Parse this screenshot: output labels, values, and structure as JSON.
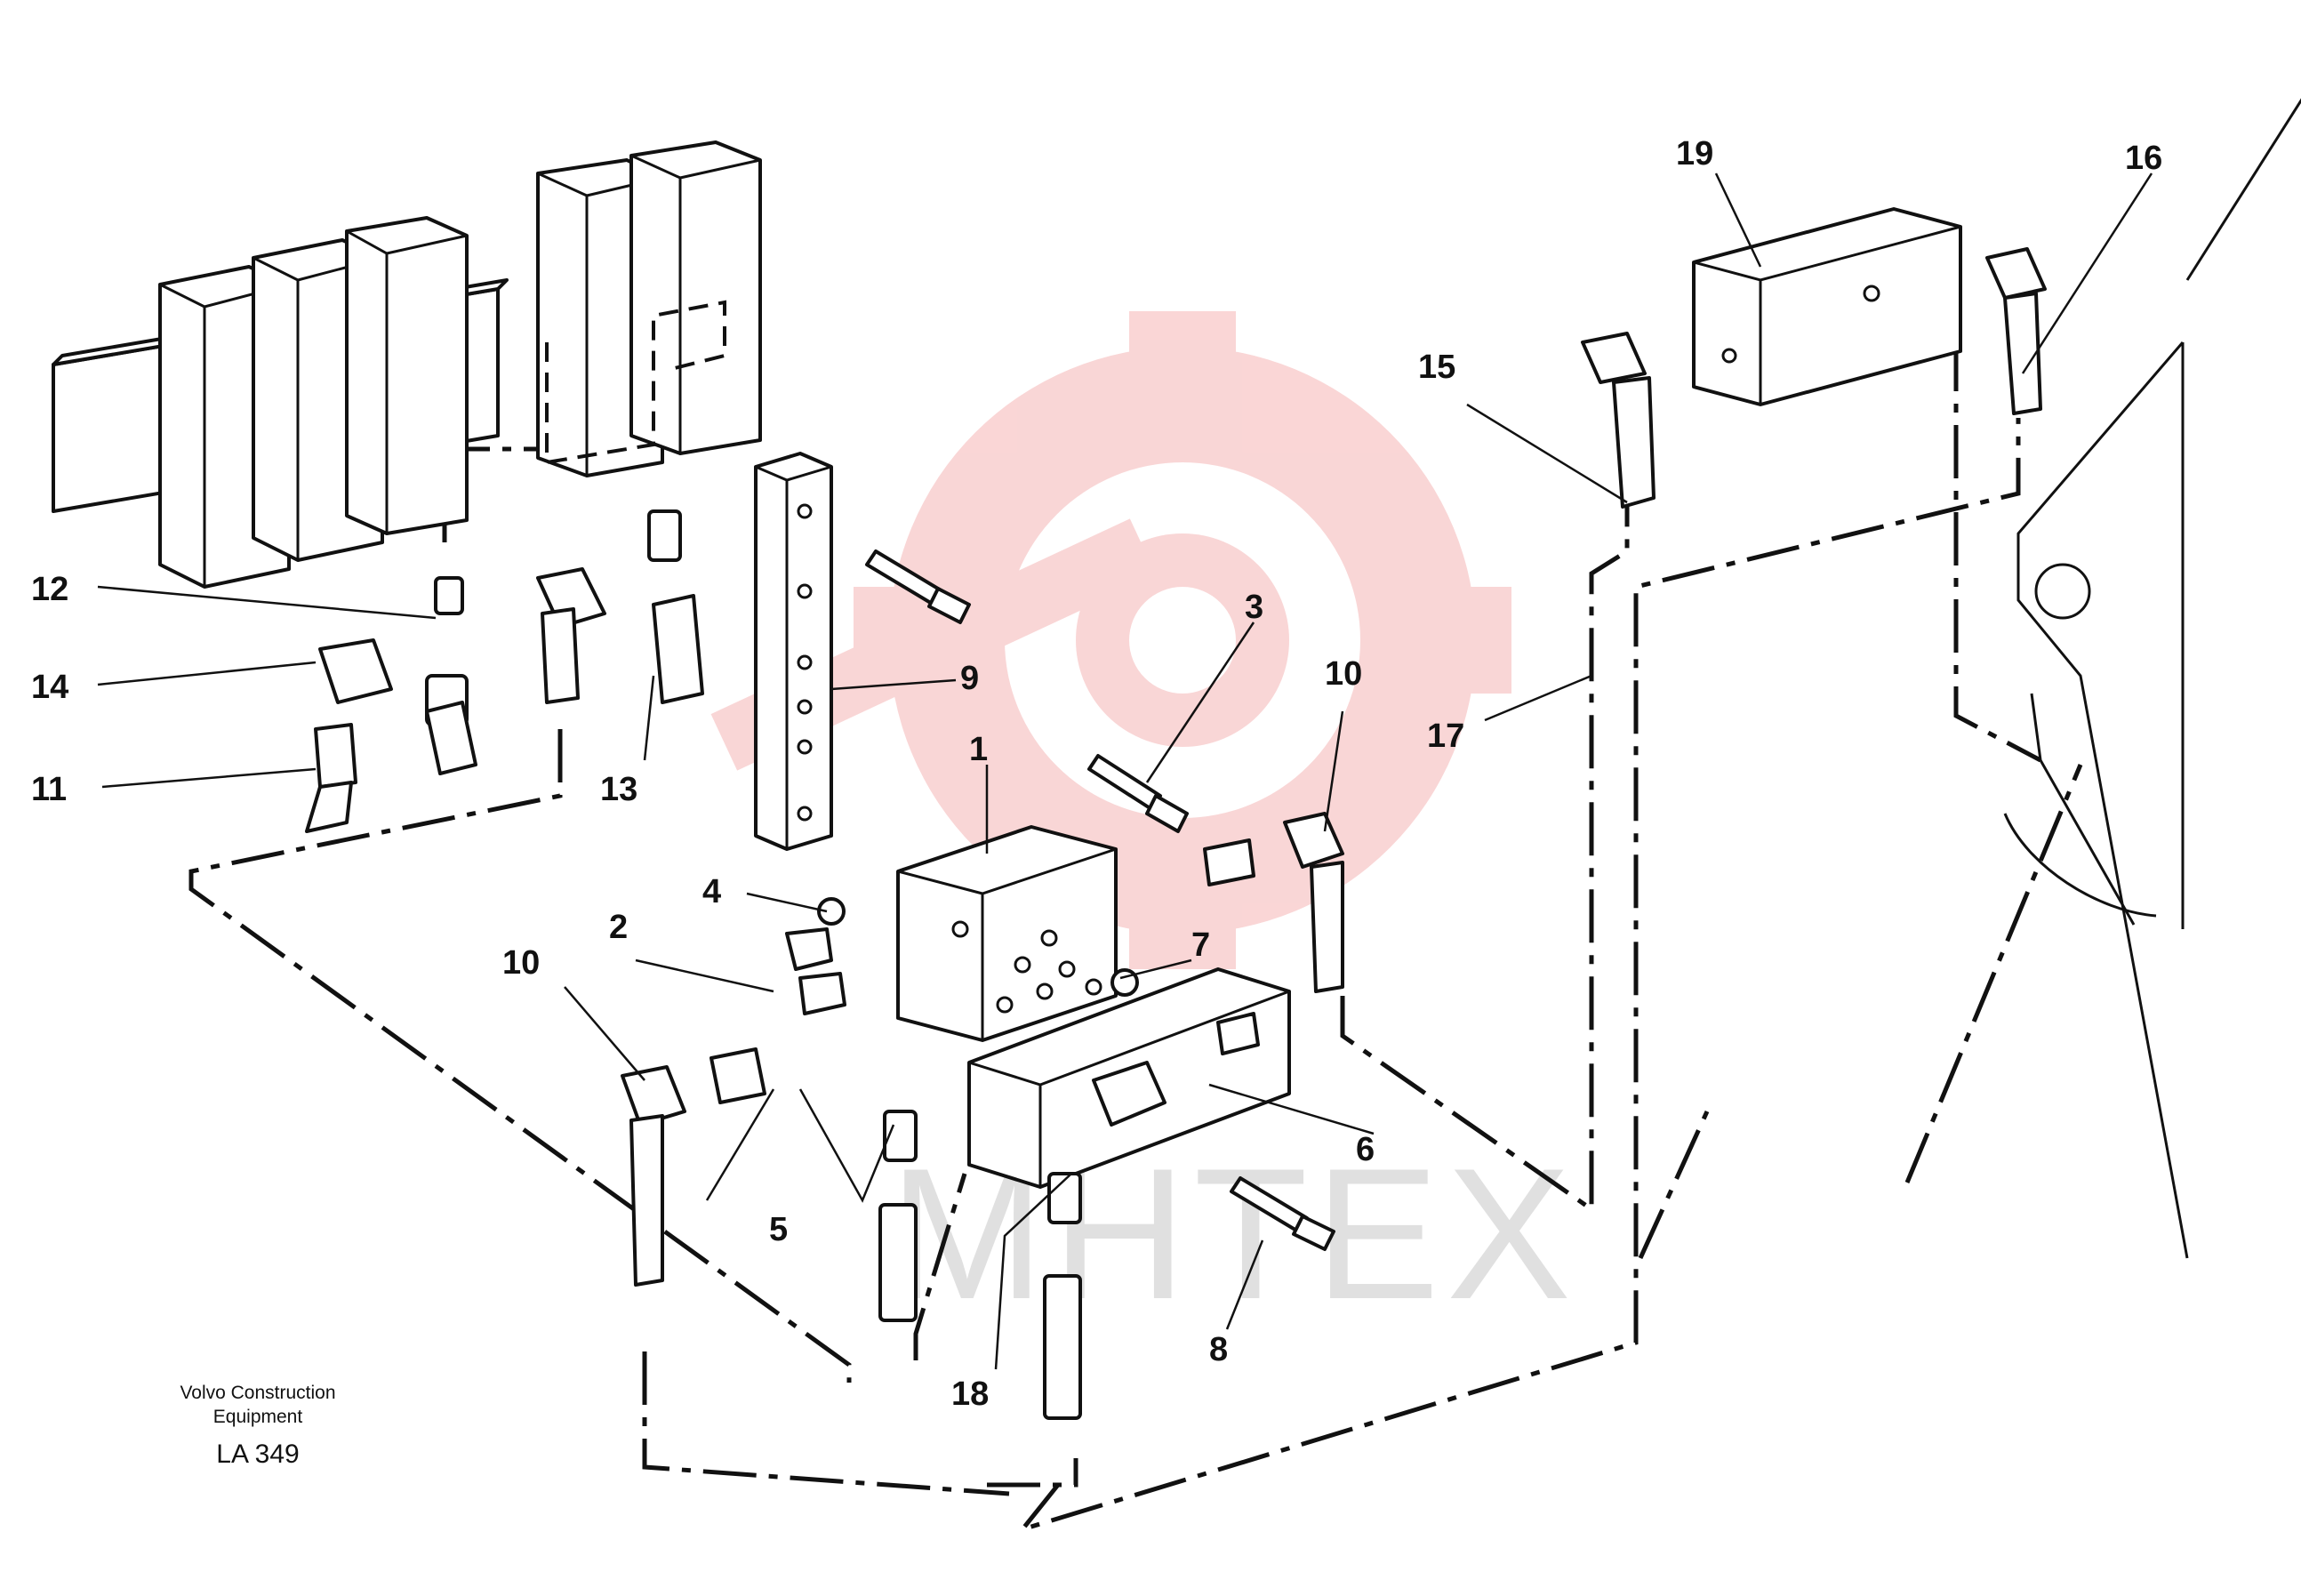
{
  "watermark": {
    "text": "MHTEX",
    "gear_color": "#f7c6c6"
  },
  "caption": {
    "line1": "Volvo Construction",
    "line2": "Equipment",
    "code": "LA 349"
  },
  "callouts": [
    "1",
    "2",
    "3",
    "4",
    "5",
    "6",
    "7",
    "8",
    "9",
    "10",
    "10",
    "11",
    "12",
    "13",
    "14",
    "15",
    "16",
    "17",
    "18",
    "19"
  ]
}
